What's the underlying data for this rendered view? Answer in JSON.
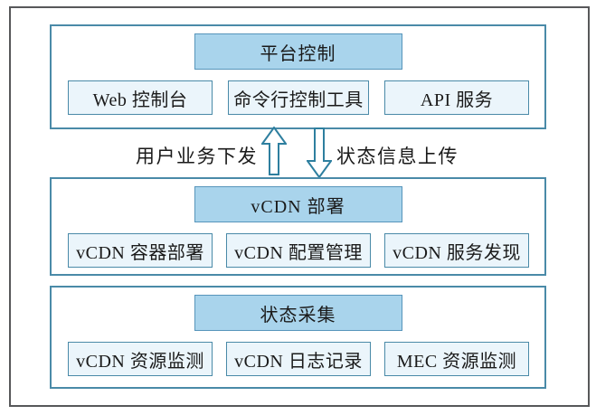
{
  "figure": {
    "layers": [
      {
        "title": "平台控制",
        "boxes": [
          "Web 控制台",
          "命令行控制工具",
          "API 服务"
        ]
      },
      {
        "title": "vCDN 部署",
        "boxes": [
          "vCDN 容器部署",
          "vCDN 配置管理",
          "vCDN 服务发现"
        ]
      },
      {
        "title": "状态采集",
        "boxes": [
          "vCDN 资源监测",
          "vCDN 日志记录",
          "MEC 资源监测"
        ]
      }
    ],
    "flow_labels": {
      "dispatch": "用户业务下发",
      "upload": "状态信息上传"
    },
    "colors": {
      "layer_title_fill": "#a9d4ec",
      "box_fill": "#ebf5fb",
      "layer_border": "#4a8aa8",
      "frame_border": "#57585a",
      "arrow_stroke": "#2e7f9f",
      "text": "#1a1a1a"
    }
  }
}
